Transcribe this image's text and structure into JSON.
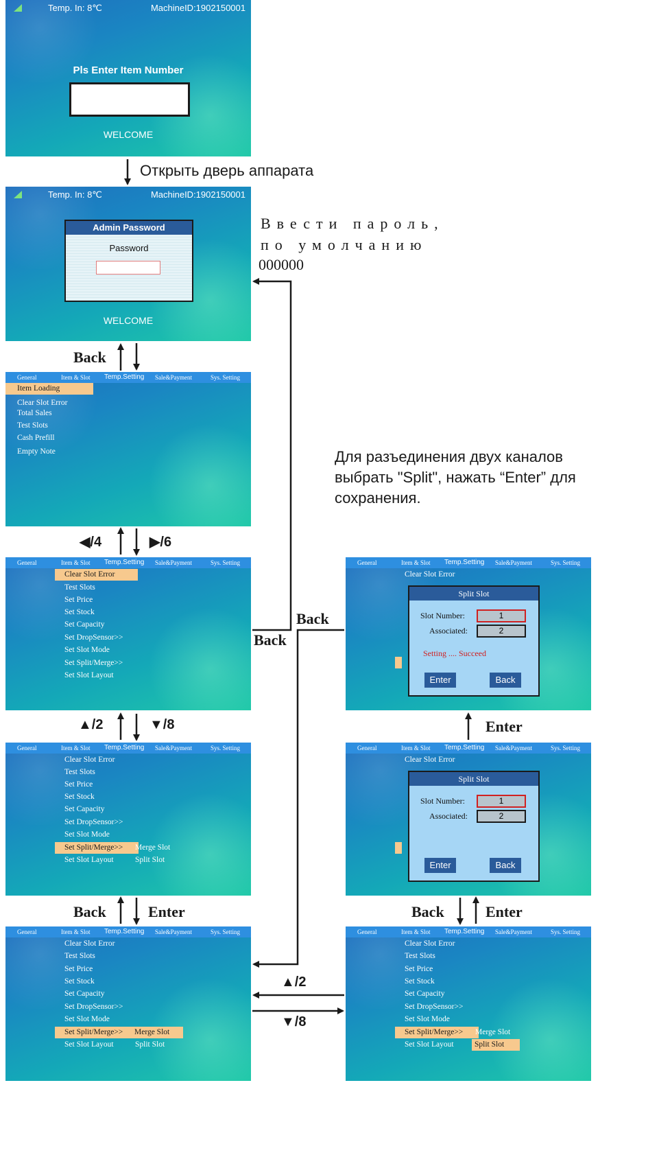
{
  "status": {
    "temp": "Temp.  In:  8℃",
    "machine_id": "MachineID:1902150001"
  },
  "screen1": {
    "title": "Pls Enter Item Number",
    "welcome": "WELCOME"
  },
  "screen2": {
    "dialog_title": "Admin Password",
    "password_label": "Password",
    "welcome": "WELCOME"
  },
  "tabs": [
    "General",
    "Item & Slot",
    "Temp.Setting",
    "Sale&Payment",
    "Sys. Setting"
  ],
  "general_menu": [
    "Item Loading",
    "Clear Slot Error",
    "Total Sales",
    "Test Slots",
    "Cash Prefill",
    "Empty Note"
  ],
  "slot_menu": [
    "Clear Slot Error",
    "Test Slots",
    "Set Price",
    "Set Stock",
    "Set Capacity",
    "Set DropSensor>>",
    "Set Slot Mode",
    "Set Split/Merge>>",
    "Set Slot Layout"
  ],
  "submenu": {
    "merge": "Merge Slot",
    "split": "Split Slot"
  },
  "split_dialog": {
    "title": "Split Slot",
    "slot_number_label": "Slot Number:",
    "associated_label": "Associated:",
    "slot_number": "1",
    "associated": "2",
    "succeed": "Setting .... Succeed",
    "enter": "Enter",
    "back": "Back"
  },
  "annotations": {
    "open_door": "Открыть дверь аппарата",
    "password_line1": "Ввести пароль,",
    "password_line2": "по умолчанию",
    "password_line3": "000000",
    "split_note_line1": "Для разъединения двух каналов",
    "split_note_line2": "выбрать \"Split\", нажать “Enter” для",
    "split_note_line3": "сохранения.",
    "back": "Back",
    "enter": "Enter",
    "left4": "◀/4",
    "right6": "▶/6",
    "up2": "▲/2",
    "down8": "▼/8"
  }
}
